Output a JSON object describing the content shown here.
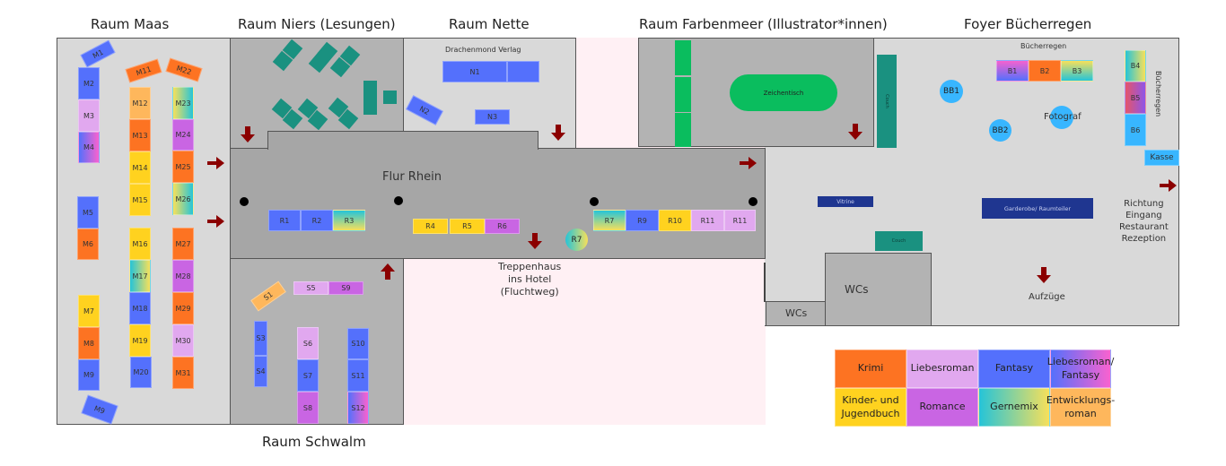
{
  "rooms": {
    "maas": "Raum Maas",
    "niers": "Raum Niers (Lesungen)",
    "nette": "Raum Nette",
    "farbenmeer": "Raum Farbenmeer (Illustrator*innen)",
    "foyer": "Foyer Bücherregen",
    "schwalm": "Raum Schwalm",
    "flur": "Flur Rhein"
  },
  "labels": {
    "drachenmond": "Drachenmond Verlag",
    "treppenhaus": [
      "Treppenhaus",
      "ins Hotel",
      "(Fluchtweg)"
    ],
    "zeichentisch": "Zeichentisch",
    "couch": "Couch",
    "vitrine": "Vitrine",
    "garderobe": "Garderobe/ Raumteiler",
    "buecherregen_top": "Bücherregen",
    "buecherregen_side": "Bücherregen",
    "fotograf": "Fotograf",
    "kasse": "Kasse",
    "wc1": "WCs",
    "wc2": "WCs",
    "richtung": [
      "Richtung",
      "Eingang",
      "Restaurant",
      "Rezeption"
    ],
    "aufzuege": "Aufzüge"
  },
  "stands": {
    "maas": [
      {
        "id": "M1",
        "genre": "Fantasy"
      },
      {
        "id": "M2",
        "genre": "Fantasy"
      },
      {
        "id": "M3",
        "genre": "Liebesroman"
      },
      {
        "id": "M4",
        "genre": "Liebesroman/ Fantasy"
      },
      {
        "id": "M5",
        "genre": "Fantasy"
      },
      {
        "id": "M6",
        "genre": "Krimi"
      },
      {
        "id": "M7",
        "genre": "Kinder- und Jugendbuch"
      },
      {
        "id": "M8",
        "genre": "Krimi"
      },
      {
        "id": "M9",
        "genre": "Fantasy"
      },
      {
        "id": "M9b",
        "label": "M9",
        "genre": "Fantasy"
      },
      {
        "id": "M11",
        "genre": "Krimi"
      },
      {
        "id": "M12",
        "genre": "Entwicklungsroman"
      },
      {
        "id": "M13",
        "genre": "Krimi"
      },
      {
        "id": "M14",
        "genre": "Kinder- und Jugendbuch"
      },
      {
        "id": "M15",
        "genre": "Kinder- und Jugendbuch"
      },
      {
        "id": "M16",
        "genre": "Kinder- und Jugendbuch"
      },
      {
        "id": "M17",
        "genre": "Gernemix"
      },
      {
        "id": "M18",
        "genre": "Fantasy"
      },
      {
        "id": "M19",
        "genre": "Kinder- und Jugendbuch"
      },
      {
        "id": "M20",
        "genre": "Fantasy"
      },
      {
        "id": "M22",
        "genre": "Krimi"
      },
      {
        "id": "M23",
        "genre": "Gernemix"
      },
      {
        "id": "M24",
        "genre": "Romance"
      },
      {
        "id": "M25",
        "genre": "Krimi"
      },
      {
        "id": "M26",
        "genre": "Gernemix"
      },
      {
        "id": "M27",
        "genre": "Krimi"
      },
      {
        "id": "M28",
        "genre": "Romance"
      },
      {
        "id": "M29",
        "genre": "Krimi"
      },
      {
        "id": "M30",
        "genre": "Liebesroman"
      },
      {
        "id": "M31",
        "genre": "Krimi"
      }
    ],
    "nette": [
      {
        "id": "N1",
        "genre": "Fantasy"
      },
      {
        "id": "N2",
        "genre": "Fantasy"
      },
      {
        "id": "N3",
        "genre": "Fantasy"
      }
    ],
    "rhein": [
      {
        "id": "R1",
        "genre": "Fantasy"
      },
      {
        "id": "R2",
        "genre": "Fantasy"
      },
      {
        "id": "R3",
        "genre": "Gernemix"
      },
      {
        "id": "R4",
        "genre": "Kinder- und Jugendbuch"
      },
      {
        "id": "R5",
        "genre": "Kinder- und Jugendbuch"
      },
      {
        "id": "R6",
        "genre": "Romance"
      },
      {
        "id": "R7",
        "genre": "Gernemix"
      },
      {
        "id": "R7b",
        "label": "R7",
        "genre": "Gernemix"
      },
      {
        "id": "R9",
        "genre": "Fantasy"
      },
      {
        "id": "R10",
        "genre": "Kinder- und Jugendbuch"
      },
      {
        "id": "R11",
        "genre": "Liebesroman"
      },
      {
        "id": "R11b",
        "label": "R11",
        "genre": "Liebesroman"
      }
    ],
    "schwalm": [
      {
        "id": "S1",
        "genre": "Entwicklungsroman"
      },
      {
        "id": "S3",
        "genre": "Fantasy"
      },
      {
        "id": "S4",
        "genre": "Fantasy"
      },
      {
        "id": "S5",
        "genre": "Liebesroman"
      },
      {
        "id": "S6",
        "genre": "Liebesroman"
      },
      {
        "id": "S7",
        "genre": "Fantasy"
      },
      {
        "id": "S8",
        "genre": "Romance"
      },
      {
        "id": "S9",
        "genre": "Romance"
      },
      {
        "id": "S10",
        "genre": "Fantasy"
      },
      {
        "id": "S11",
        "genre": "Fantasy"
      },
      {
        "id": "S12",
        "genre": "Liebesroman/ Fantasy"
      }
    ],
    "foyer": [
      {
        "id": "B1"
      },
      {
        "id": "B2",
        "genre": "Krimi"
      },
      {
        "id": "B3",
        "genre": "Gernemix"
      },
      {
        "id": "B4",
        "genre": "Gernemix"
      },
      {
        "id": "B5"
      },
      {
        "id": "B6"
      },
      {
        "id": "BB1"
      },
      {
        "id": "BB2"
      }
    ]
  },
  "legend": [
    {
      "label": "Krimi",
      "color": "#fd7322"
    },
    {
      "label": "Liebesroman",
      "color": "#e1a8ef"
    },
    {
      "label": "Fantasy",
      "color": "#5470fc"
    },
    {
      "label": "Liebesroman/ Fantasy",
      "color": "#5470fc→#f962cf"
    },
    {
      "label": "Kinder- und Jugendbuch",
      "color": "#ffd21f"
    },
    {
      "label": "Romance",
      "color": "#c965e3"
    },
    {
      "label": "Gernemix",
      "color": "#25c4d8→#f7e05a"
    },
    {
      "label": "Entwicklungs-roman",
      "color": "#feb75c"
    }
  ]
}
